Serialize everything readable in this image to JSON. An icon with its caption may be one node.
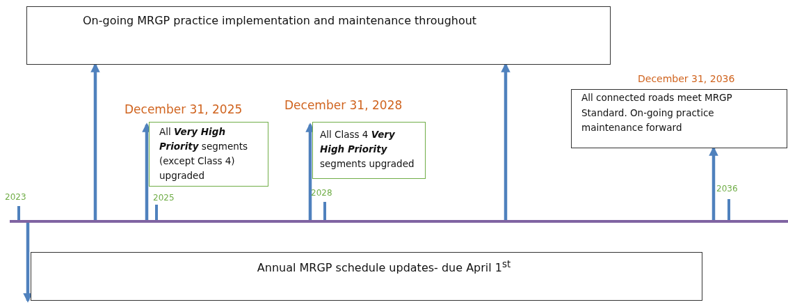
{
  "diagram": {
    "nodes": [
      {
        "text": [
          "On-going MRGP practice implementation and maintenance throughout"
        ]
      },
      {
        "text": [
          "All **Very High Priority** segments (except Class 4) upgraded"
        ],
        "beside": [
          "December 31, 2025"
        ]
      },
      {
        "text": [
          "All Class 4 **Very High Priority** segments upgraded"
        ],
        "beside": [
          "December 31, 2028"
        ]
      },
      {
        "text": [
          "All connected roads meet MRGP Standard. On-going practice maintenance forward"
        ],
        "beside": [
          "December 31, 2036"
        ]
      },
      {
        "text": [
          "Annual MRGP schedule updates- due April 1$^{st}$"
        ]
      },
      {
        "text": [],
        "shape": "bar"
      }
    ],
    "edges": [
      {
        "from": 5,
        "to": 0,
        "arrow": "to"
      },
      {
        "from": 5,
        "to": 1,
        "arrow": "to"
      },
      {
        "from": 5,
        "to": 2,
        "arrow": "to"
      },
      {
        "from": 5,
        "to": 0,
        "arrow": "to"
      },
      {
        "from": 5,
        "to": 3,
        "arrow": "to"
      },
      {
        "from": 5,
        "to": 4,
        "arrow": "to"
      }
    ],
    "labels": [
      "2023",
      "2025",
      "2028",
      "2036"
    ]
  }
}
